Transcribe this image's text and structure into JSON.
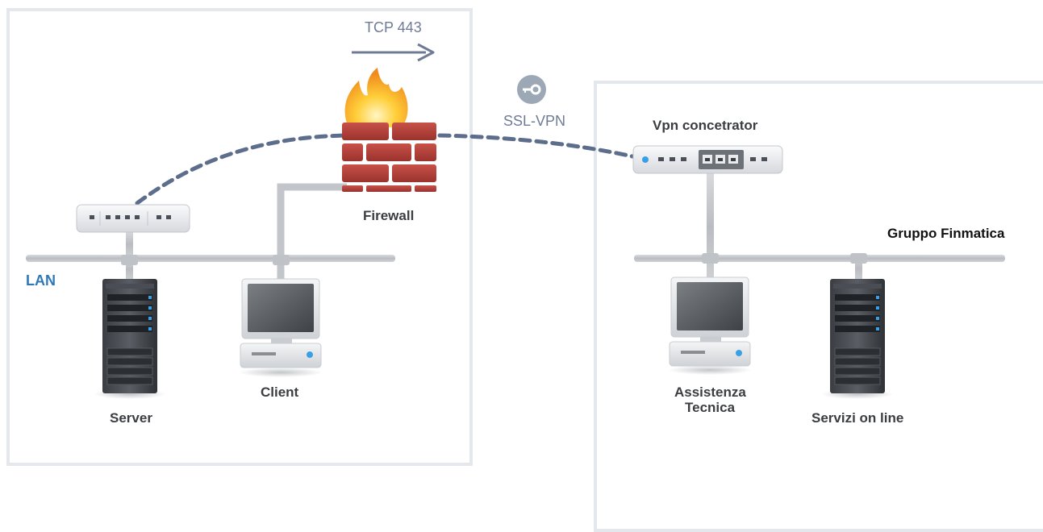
{
  "protocol": {
    "label": "TCP 443"
  },
  "tunnel": {
    "label": "SSL-VPN",
    "icon": "key-icon"
  },
  "local_site": {
    "network_label": "LAN",
    "firewall_label": "Firewall",
    "server_label": "Server",
    "client_label": "Client"
  },
  "remote_site": {
    "title": "Gruppo Finmatica",
    "concentrator_label": "Vpn concetrator",
    "support_label_line1": "Assistenza",
    "support_label_line2": "Tecnica",
    "services_label": "Servizi on line"
  },
  "colors": {
    "frame": "#e4e7eb",
    "cable": "#c7cacd",
    "tunnel": "#5d6d8c",
    "arrow": "#6f7b96",
    "lan_label": "#2f78b8",
    "brick": "#b2403a",
    "key_badge": "#9da8b6"
  }
}
